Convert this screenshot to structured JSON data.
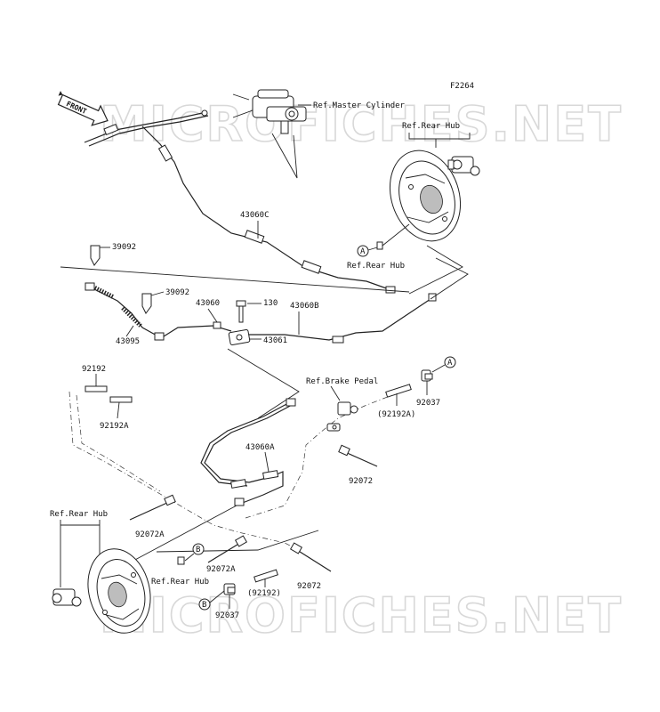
{
  "figure_code": "F2264",
  "watermarks": [
    "MICROFICHES.NET",
    "MICROFICHES.NET"
  ],
  "front_arrow_label": "FRONT",
  "refs": {
    "master_cylinder": "Ref.Master Cylinder",
    "rear_hub_top": "Ref.Rear Hub",
    "rear_hub_mid": "Ref.Rear Hub",
    "brake_pedal": "Ref.Brake Pedal",
    "rear_hub_left": "Ref.Rear Hub",
    "rear_hub_bottom": "Ref.Rear Hub"
  },
  "callouts": {
    "a_top": "A",
    "a_right": "A",
    "b_mid": "B",
    "b_bottom": "B"
  },
  "parts": {
    "p43060C": "43060C",
    "p39092_1": "39092",
    "p39092_2": "39092",
    "p43095": "43095",
    "p43060": "43060",
    "p130": "130",
    "p43060B": "43060B",
    "p43061": "43061",
    "p92192": "92192",
    "p92192A": "92192A",
    "p92192A_paren": "(92192A)",
    "p92037_top": "92037",
    "p43060A": "43060A",
    "p92072_right": "92072",
    "p92072A_left": "92072A",
    "p92072A_mid": "92072A",
    "p92192_paren": "(92192)",
    "p92072_bottom": "92072",
    "p92037_bottom": "92037"
  }
}
